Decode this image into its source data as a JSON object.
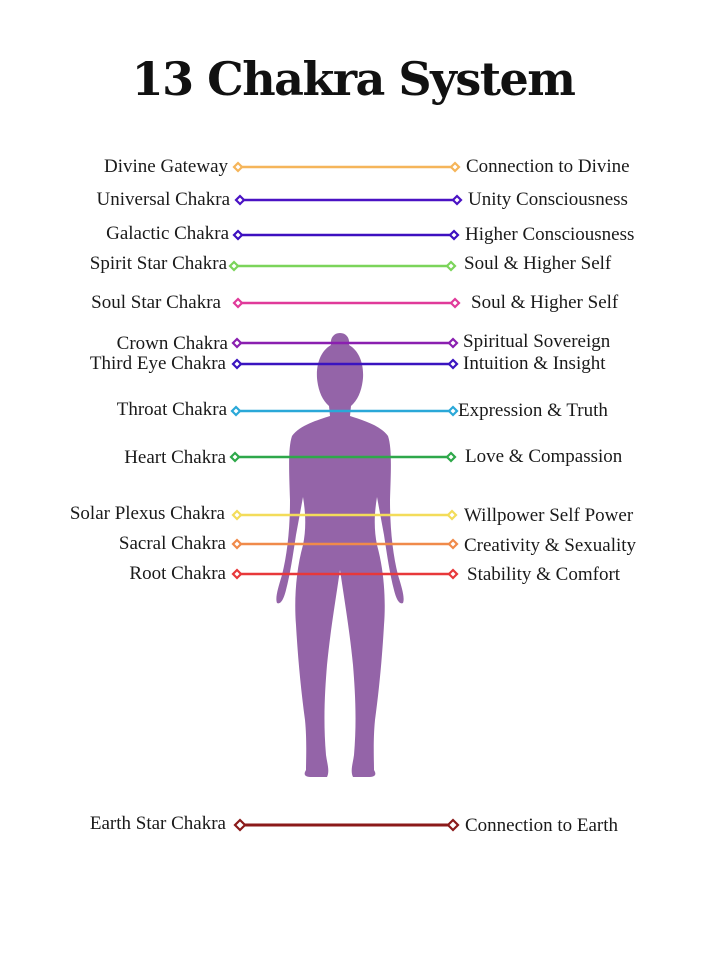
{
  "title": "13 Chakra System",
  "chakras": [
    {
      "name": "Divine Gateway",
      "meaning": "Connection to Divine",
      "color": "#f5b55a"
    },
    {
      "name": "Universal Chakra",
      "meaning": "Unity Consciousness",
      "color": "#4a12c4"
    },
    {
      "name": "Galactic Chakra",
      "meaning": "Higher Consciousness",
      "color": "#3d10c0"
    },
    {
      "name": "Spirit Star Chakra",
      "meaning": "Soul & Higher Self",
      "color": "#7bd45a"
    },
    {
      "name": "Soul Star Chakra",
      "meaning": "Soul & Higher Self",
      "color": "#e03a9a"
    },
    {
      "name": "Crown Chakra",
      "meaning": "Spiritual Sovereign",
      "color": "#8a1fb0"
    },
    {
      "name": "Third Eye Chakra",
      "meaning": "Intuition & Insight",
      "color": "#3a14c0"
    },
    {
      "name": "Throat Chakra",
      "meaning": "Expression & Truth",
      "color": "#2aa8d8"
    },
    {
      "name": "Heart Chakra",
      "meaning": "Love  & Compassion",
      "color": "#2ea84a"
    },
    {
      "name": "Solar Plexus Chakra",
      "meaning": "Willpower Self Power",
      "color": "#f3dc5a"
    },
    {
      "name": "Sacral Chakra",
      "meaning": "Creativity & Sexuality",
      "color": "#f08a4a"
    },
    {
      "name": "Root Chakra",
      "meaning": "Stability & Comfort",
      "color": "#e8383a"
    },
    {
      "name": "Earth Star Chakra",
      "meaning": "Connection to Earth",
      "color": "#8b1a1a"
    }
  ],
  "figure": {
    "color": "#9464a8"
  }
}
